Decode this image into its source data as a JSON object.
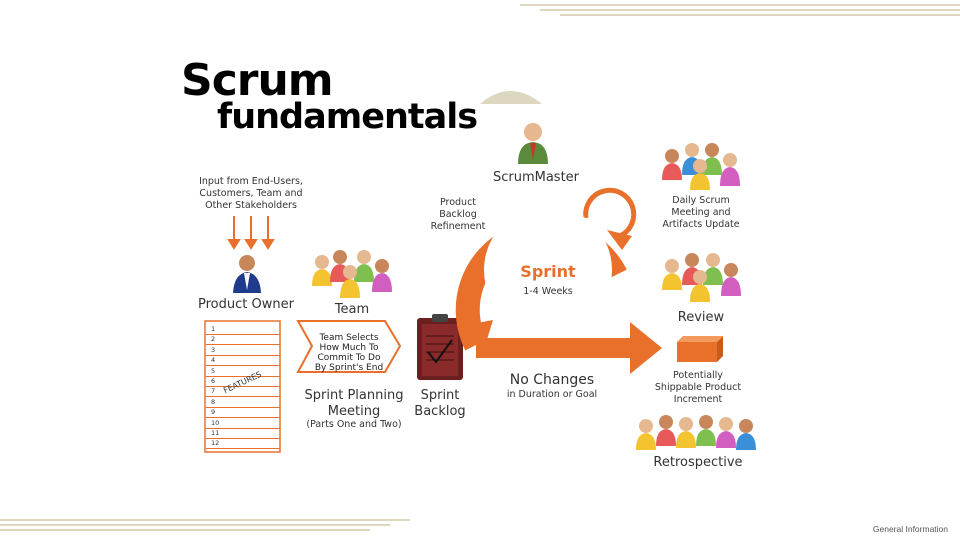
{
  "title": {
    "line1": "Scrum",
    "line2": "fundamentals"
  },
  "input_label": [
    "Input from End-Users,",
    "Customers, Team and",
    "Other Stakeholders"
  ],
  "product_owner": "Product Owner",
  "team": "Team",
  "backlog_rows": [
    "1",
    "2",
    "3",
    "4",
    "5",
    "6",
    "7",
    "8",
    "9",
    "10",
    "11",
    "12"
  ],
  "features_label": "FEATURES",
  "team_selects": [
    "Team Selects",
    "How Much To",
    "Commit To Do",
    "By Sprint's End"
  ],
  "sprint_planning": [
    "Sprint Planning",
    "Meeting"
  ],
  "parts": "(Parts One and Two)",
  "sprint_backlog": [
    "Sprint",
    "Backlog"
  ],
  "refinement": [
    "Product",
    "Backlog",
    "Refinement"
  ],
  "scrum_master": "ScrumMaster",
  "sprint": {
    "title": "Sprint",
    "duration": "1-4 Weeks"
  },
  "daily_scrum": [
    "Daily Scrum",
    "Meeting and",
    "Artifacts Update"
  ],
  "review": "Review",
  "increment": [
    "Potentially",
    "Shippable Product",
    "Increment"
  ],
  "no_changes": {
    "title": "No Changes",
    "sub": "in Duration or Goal"
  },
  "retrospective": "Retrospective",
  "footer": "General Information",
  "colors": {
    "orange": "#e8702a",
    "accent": "#ddd7c0",
    "backlog_brown": "#6b1f1f"
  }
}
